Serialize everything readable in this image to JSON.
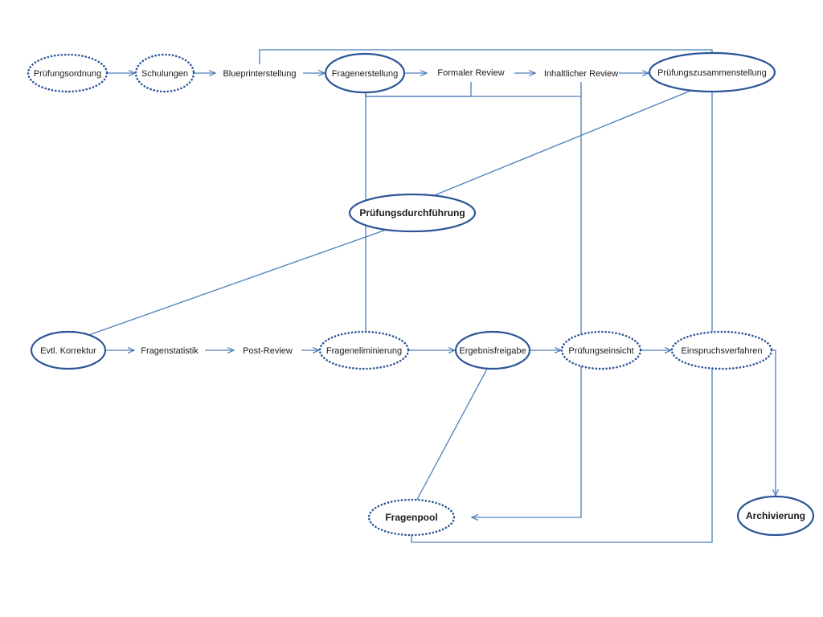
{
  "colors": {
    "arrow": "#4a7ebb",
    "ellipse_stroke": "#2c5597",
    "text": "#1a1a1a",
    "background": "#ffffff"
  },
  "nodes": [
    {
      "id": "pruefungsordnung",
      "label": "Prüfungsordnung",
      "shape": "ellipse-dotted",
      "bold": false
    },
    {
      "id": "schulungen",
      "label": "Schulungen",
      "shape": "ellipse-dotted",
      "bold": false
    },
    {
      "id": "blueprinterstellung",
      "label": "Blueprinterstellung",
      "shape": "text",
      "bold": false
    },
    {
      "id": "fragenerstellung",
      "label": "Fragenerstellung",
      "shape": "ellipse-solid",
      "bold": false
    },
    {
      "id": "formaler-review",
      "label": "Formaler Review",
      "shape": "text",
      "bold": false
    },
    {
      "id": "inhaltlicher-review",
      "label": "Inhaltlicher Review",
      "shape": "text",
      "bold": false
    },
    {
      "id": "pruefungszusammenstellung",
      "label": "Prüfungszusammenstellung",
      "shape": "ellipse-solid",
      "bold": false
    },
    {
      "id": "pruefungsdurchfuehrung",
      "label": "Prüfungsdurchführung",
      "shape": "ellipse-solid",
      "bold": true
    },
    {
      "id": "evtl-korrektur",
      "label": "Evtl. Korrektur",
      "shape": "ellipse-solid",
      "bold": false
    },
    {
      "id": "fragenstatistik",
      "label": "Fragenstatistik",
      "shape": "text",
      "bold": false
    },
    {
      "id": "post-review",
      "label": "Post-Review",
      "shape": "text",
      "bold": false
    },
    {
      "id": "frageneliminierung",
      "label": "Frageneliminierung",
      "shape": "ellipse-dotted",
      "bold": false
    },
    {
      "id": "ergebnisfreigabe",
      "label": "Ergebnisfreigabe",
      "shape": "ellipse-solid",
      "bold": false
    },
    {
      "id": "pruefungseinsicht",
      "label": "Prüfungseinsicht",
      "shape": "ellipse-dotted",
      "bold": false
    },
    {
      "id": "einspruchsverfahren",
      "label": "Einspruchsverfahren",
      "shape": "ellipse-dotted",
      "bold": false
    },
    {
      "id": "fragenpool",
      "label": "Fragenpool",
      "shape": "ellipse-dotted",
      "bold": true
    },
    {
      "id": "archivierung",
      "label": "Archivierung",
      "shape": "ellipse-solid",
      "bold": true
    }
  ],
  "edges": [
    {
      "from": "pruefungsordnung",
      "to": "schulungen"
    },
    {
      "from": "schulungen",
      "to": "blueprinterstellung"
    },
    {
      "from": "blueprinterstellung",
      "to": "fragenerstellung"
    },
    {
      "from": "fragenerstellung",
      "to": "formaler-review"
    },
    {
      "from": "formaler-review",
      "to": "inhaltlicher-review"
    },
    {
      "from": "inhaltlicher-review",
      "to": "pruefungszusammenstellung"
    },
    {
      "from": "blueprinterstellung",
      "to": "pruefungszusammenstellung"
    },
    {
      "from": "formaler-review",
      "to": "fragenerstellung"
    },
    {
      "from": "inhaltlicher-review",
      "to": "fragenerstellung"
    },
    {
      "from": "pruefungszusammenstellung",
      "to": "pruefungsdurchfuehrung"
    },
    {
      "from": "pruefungsdurchfuehrung",
      "to": "evtl-korrektur"
    },
    {
      "from": "evtl-korrektur",
      "to": "fragenstatistik"
    },
    {
      "from": "fragenstatistik",
      "to": "post-review"
    },
    {
      "from": "post-review",
      "to": "frageneliminierung"
    },
    {
      "from": "frageneliminierung",
      "to": "ergebnisfreigabe"
    },
    {
      "from": "ergebnisfreigabe",
      "to": "pruefungseinsicht"
    },
    {
      "from": "pruefungseinsicht",
      "to": "einspruchsverfahren"
    },
    {
      "from": "frageneliminierung",
      "to": "fragenerstellung"
    },
    {
      "from": "ergebnisfreigabe",
      "to": "fragenpool"
    },
    {
      "from": "inhaltlicher-review",
      "to": "fragenpool"
    },
    {
      "from": "fragenpool",
      "to": "pruefungszusammenstellung"
    },
    {
      "from": "einspruchsverfahren",
      "to": "archivierung"
    }
  ]
}
